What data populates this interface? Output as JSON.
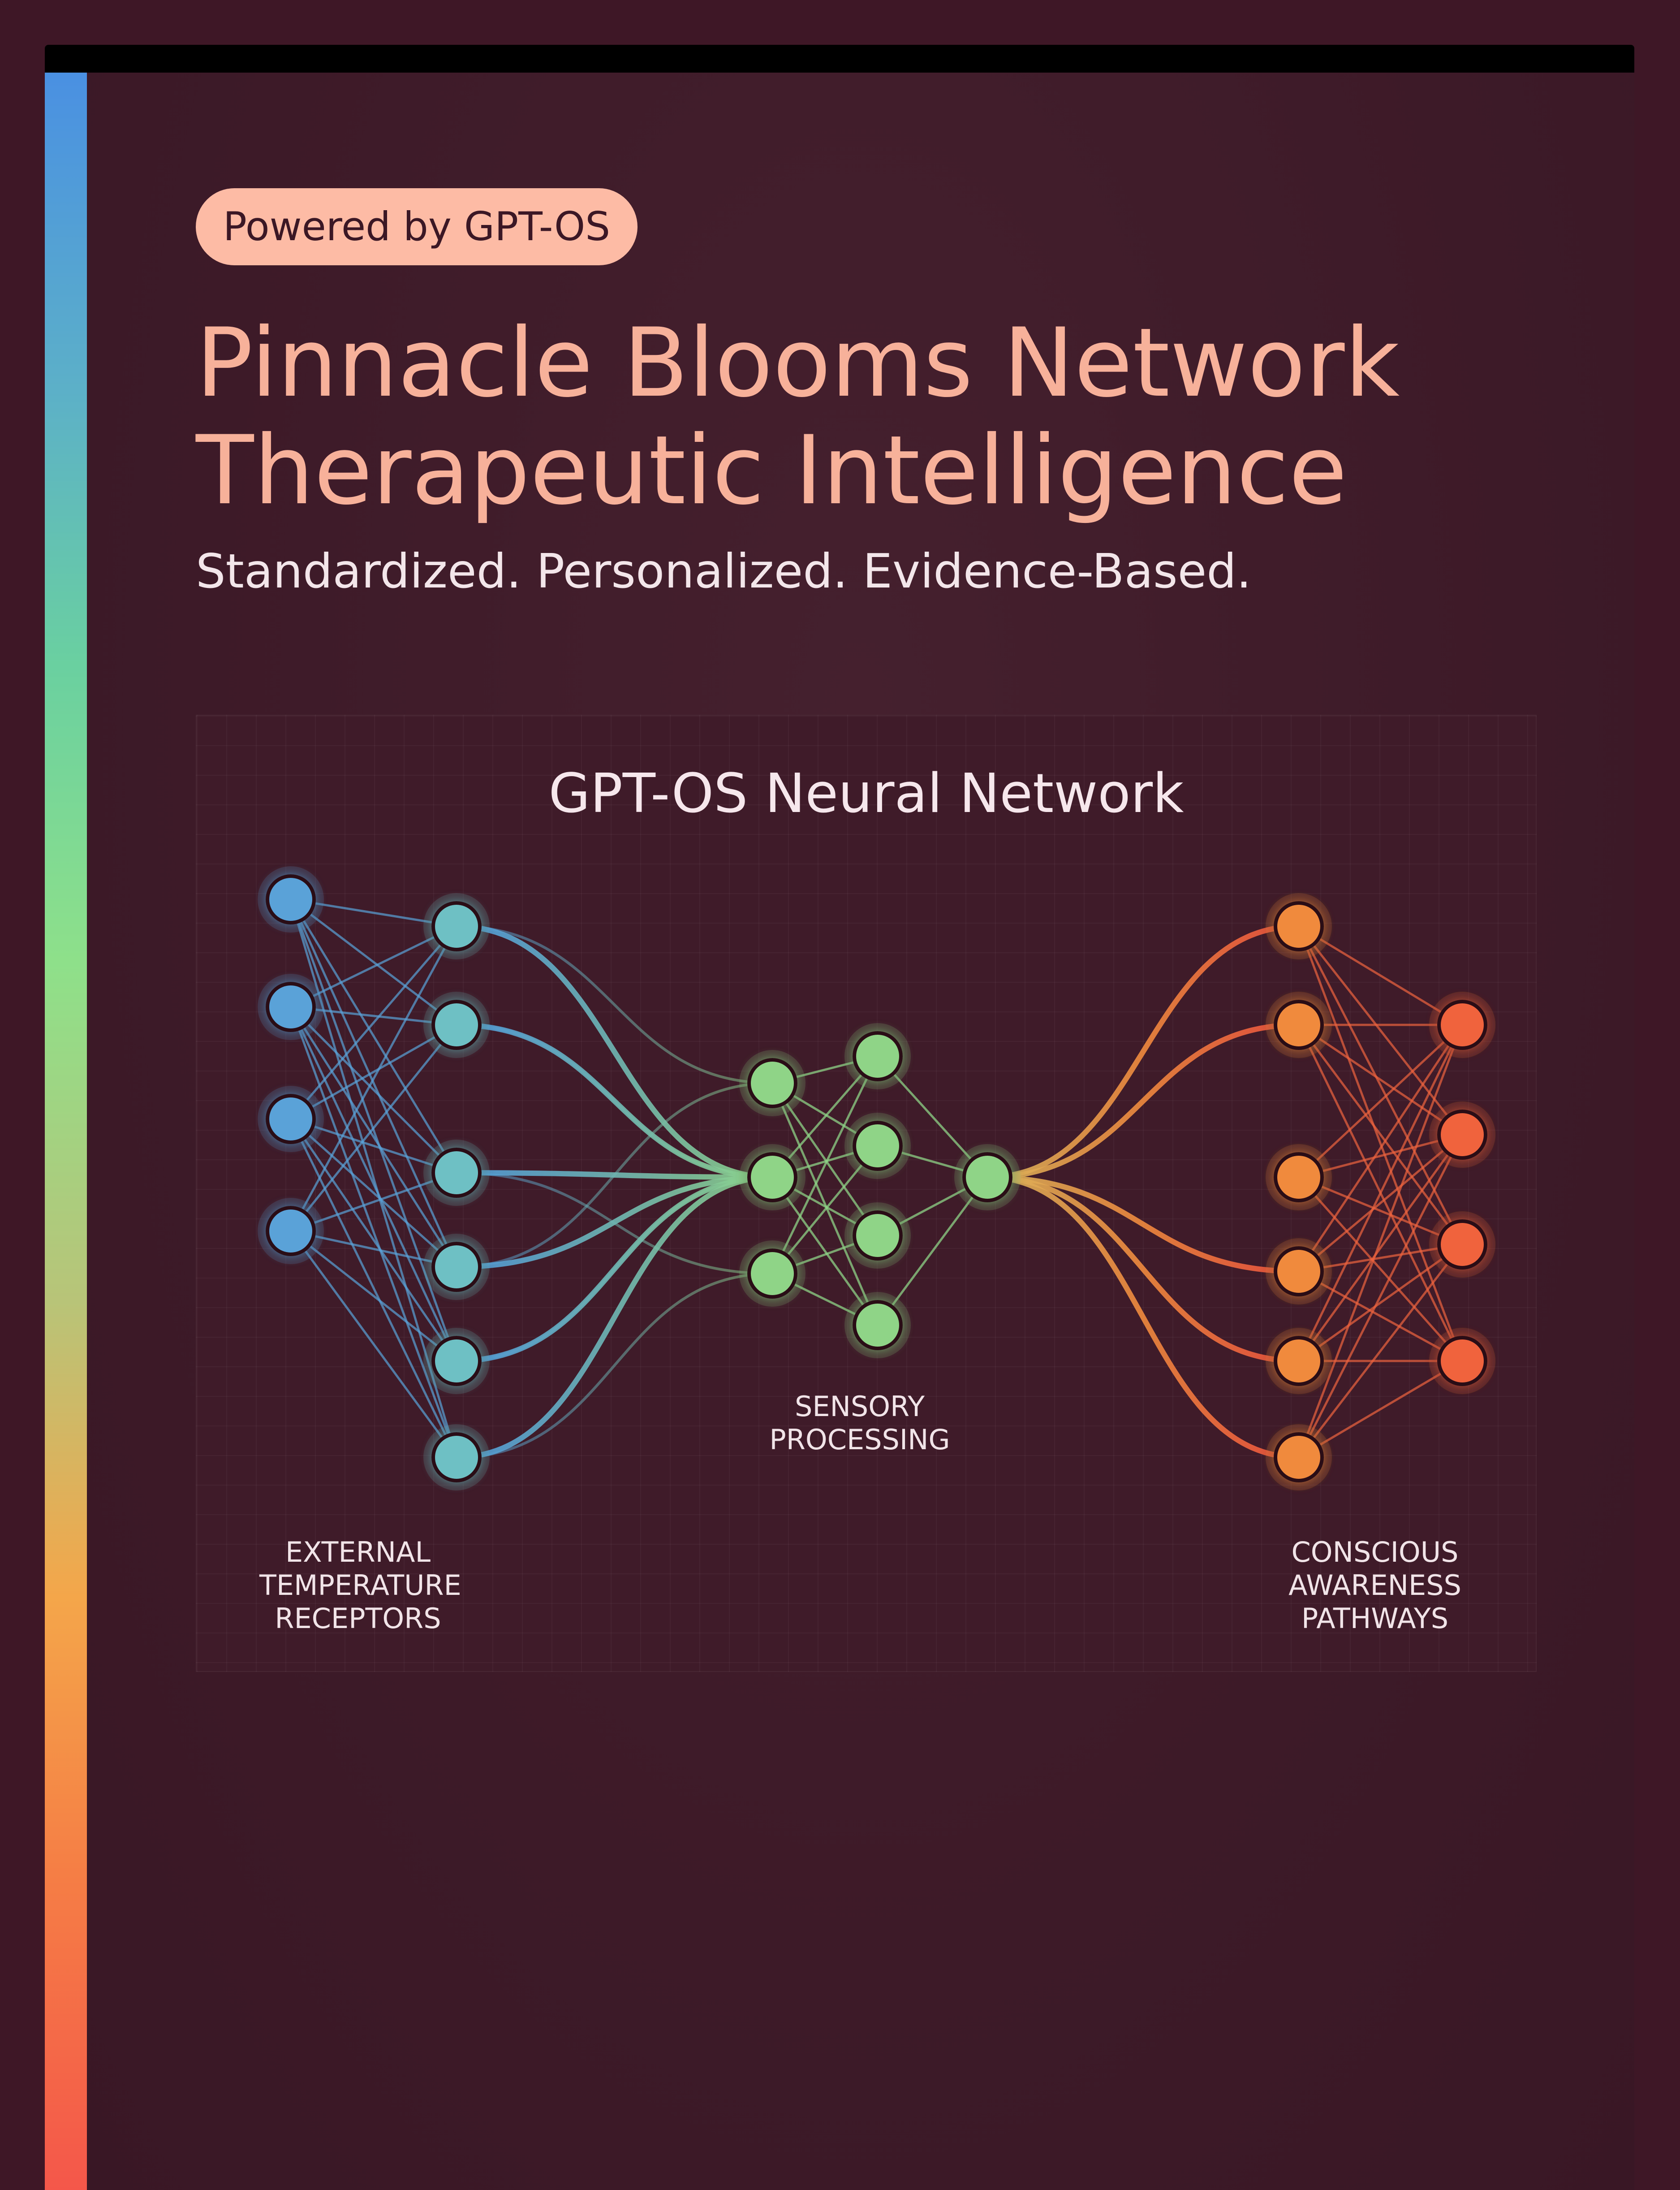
{
  "badge": {
    "label": "Powered by GPT-OS"
  },
  "header": {
    "title_line1": "Pinnacle Blooms Network",
    "title_line2": "Therapeutic Intelligence",
    "tagline": "Standardized. Personalized. Evidence-Based."
  },
  "diagram": {
    "title": "GPT-OS Neural Network",
    "groups": [
      {
        "name": "input",
        "label_lines": [
          "EXTERNAL",
          "TEMPERATURE",
          "RECEPTORS"
        ],
        "color": "#5aa2d8"
      },
      {
        "name": "processing",
        "label_lines": [
          "SENSORY",
          "PROCESSING"
        ],
        "color": "#8fd487"
      },
      {
        "name": "output",
        "label_lines": [
          "CONSCIOUS",
          "AWARENESS",
          "PATHWAYS"
        ],
        "color": "#f0643e"
      }
    ]
  },
  "colors": {
    "background": "#3e1726",
    "accent_title": "#f7b19a",
    "badge_bg": "#fdbba5",
    "blue_nodes": "#5aa2d8",
    "teal_nodes": "#6ec0c4",
    "green_nodes": "#8fd487",
    "orange_nodes": "#f08a3e",
    "red_nodes": "#f0643e"
  }
}
